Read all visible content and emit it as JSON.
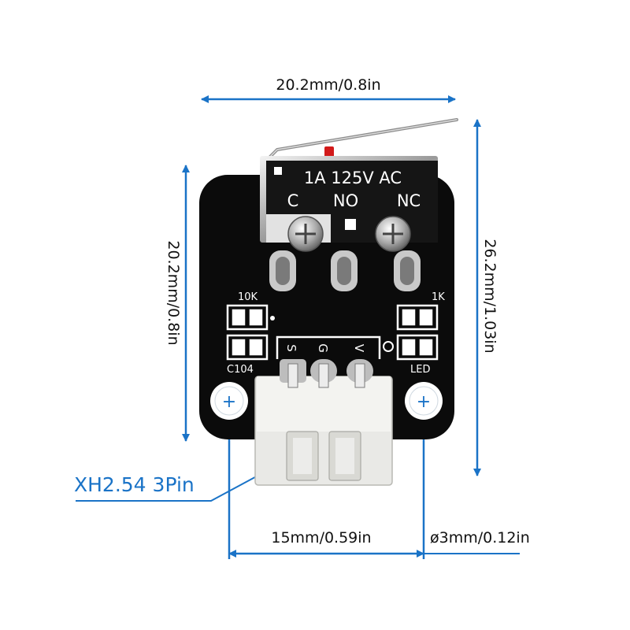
{
  "dimensions": {
    "top_width": "20.2mm/0.8in",
    "left_height": "20.2mm/0.8in",
    "right_height": "26.2mm/1.03in",
    "hole_spacing": "15mm/0.59in",
    "hole_diameter": "ø3mm/0.12in"
  },
  "callout": {
    "connector_label": "XH2.54 3Pin"
  },
  "switch": {
    "rating": "1A 125V AC",
    "pin_c": "C",
    "pin_no": "NO",
    "pin_nc": "NC"
  },
  "pcb": {
    "resistor_left": "10K",
    "resistor_right": "1K",
    "capacitor": "C104",
    "led": "LED",
    "pin_s": "S",
    "pin_g": "G",
    "pin_v": "V",
    "hole_left_symbol": "+",
    "hole_right_symbol": "+"
  },
  "colors": {
    "dimension_line": "#1a73c7",
    "pcb": "#0b0b0b",
    "silkscreen": "#ffffff",
    "connector": "#e9e9e6"
  }
}
